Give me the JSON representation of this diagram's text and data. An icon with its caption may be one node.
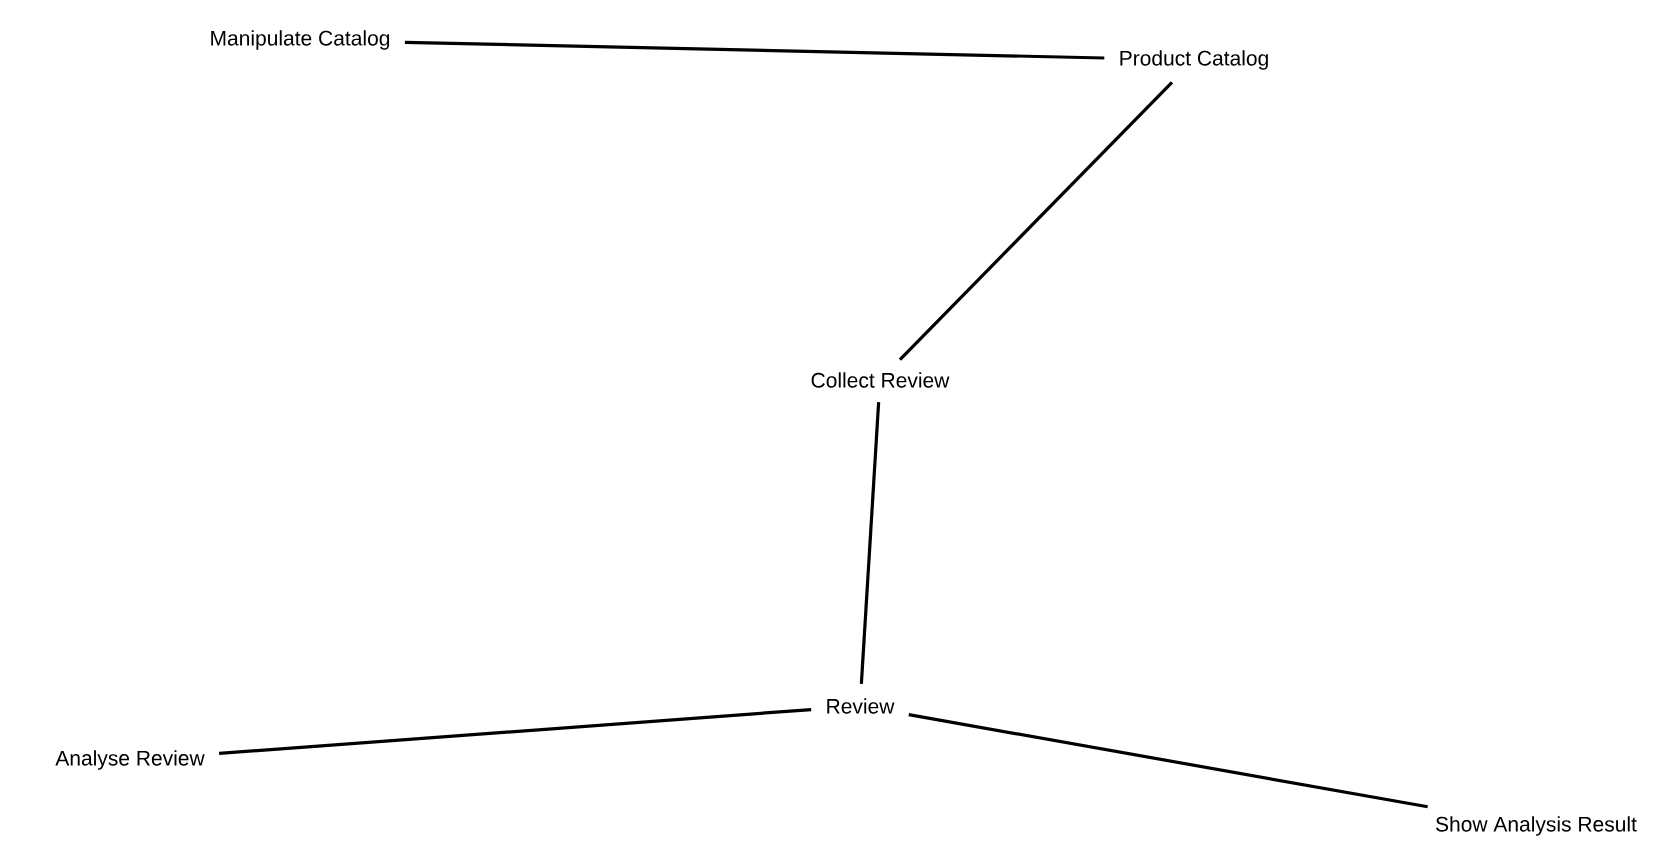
{
  "diagram": {
    "nodes": [
      {
        "text": [
          "Manipulate Catalog"
        ]
      },
      {
        "text": [
          "Product Catalog"
        ]
      },
      {
        "text": [
          "Collect Review"
        ]
      },
      {
        "text": [
          "Review"
        ]
      },
      {
        "text": [
          "Analyse Review"
        ]
      },
      {
        "text": [
          "Show Analysis Result"
        ]
      }
    ],
    "edges": [
      {
        "from": 0,
        "to": 1,
        "arrow": "none"
      },
      {
        "from": 1,
        "to": 2,
        "arrow": "none"
      },
      {
        "from": 2,
        "to": 3,
        "arrow": "none"
      },
      {
        "from": 3,
        "to": 4,
        "arrow": "none"
      },
      {
        "from": 3,
        "to": 5,
        "arrow": "none"
      }
    ]
  }
}
